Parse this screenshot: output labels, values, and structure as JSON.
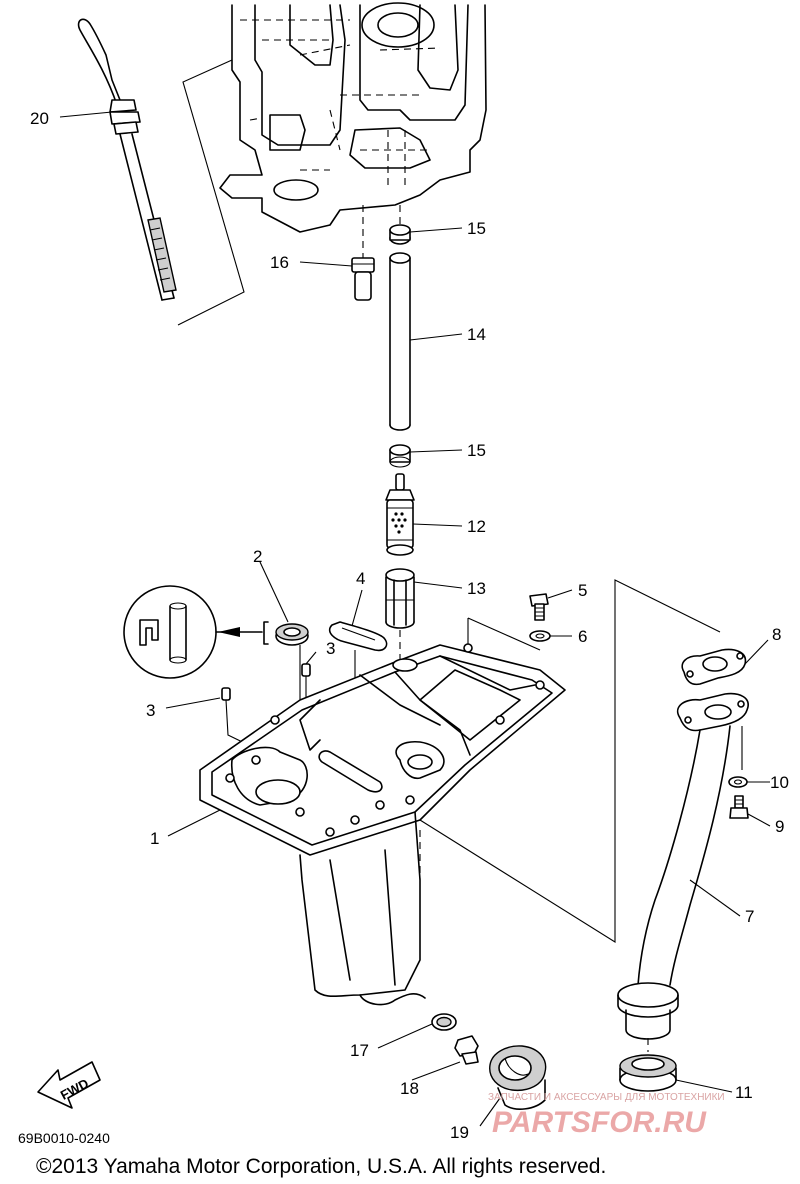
{
  "callouts": [
    {
      "id": "c1",
      "label": "1"
    },
    {
      "id": "c2",
      "label": "2"
    },
    {
      "id": "c3a",
      "label": "3"
    },
    {
      "id": "c3b",
      "label": "3"
    },
    {
      "id": "c4",
      "label": "4"
    },
    {
      "id": "c5",
      "label": "5"
    },
    {
      "id": "c6",
      "label": "6"
    },
    {
      "id": "c7",
      "label": "7"
    },
    {
      "id": "c8",
      "label": "8"
    },
    {
      "id": "c9",
      "label": "9"
    },
    {
      "id": "c10",
      "label": "10"
    },
    {
      "id": "c11",
      "label": "11"
    },
    {
      "id": "c12",
      "label": "12"
    },
    {
      "id": "c13",
      "label": "13"
    },
    {
      "id": "c14",
      "label": "14"
    },
    {
      "id": "c15a",
      "label": "15"
    },
    {
      "id": "c15b",
      "label": "15"
    },
    {
      "id": "c16",
      "label": "16"
    },
    {
      "id": "c17",
      "label": "17"
    },
    {
      "id": "c18",
      "label": "18"
    },
    {
      "id": "c19",
      "label": "19"
    },
    {
      "id": "c20",
      "label": "20"
    }
  ],
  "fwd_arrow_label": "FWD",
  "diagram_code": "69B0010-0240",
  "copyright": "©2013 Yamaha Motor Corporation, U.S.A. All rights reserved.",
  "watermark": {
    "tagline": "ЗАПЧАСТИ И АКСЕССУАРЫ ДЛЯ МОТОТЕХНИКИ",
    "brand": "PARTSFOR.RU"
  }
}
